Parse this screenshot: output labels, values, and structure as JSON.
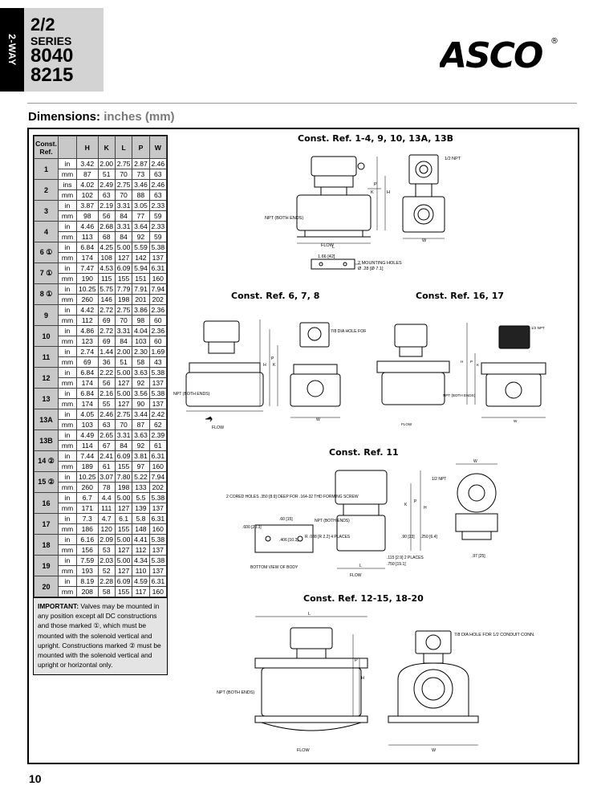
{
  "side_tab": "2-WAY",
  "series": {
    "ratio": "2/2",
    "label": "SERIES",
    "numbers": [
      "8040",
      "8215"
    ]
  },
  "brand": {
    "name": "ASCO",
    "registered": "®"
  },
  "section": {
    "title": "Dimensions:",
    "unit": "inches (mm)"
  },
  "table": {
    "headers": [
      "Const. Ref.",
      "",
      "H",
      "K",
      "L",
      "P",
      "W"
    ],
    "rows": [
      {
        "ref": "1",
        "in_unit": "in",
        "in": [
          "3.42",
          "2.00",
          "2.75",
          "2.87",
          "2.46"
        ],
        "mm_unit": "mm",
        "mm": [
          "87",
          "51",
          "70",
          "73",
          "63"
        ]
      },
      {
        "ref": "2",
        "in_unit": "ins",
        "in": [
          "4.02",
          "2.49",
          "2.75",
          "3.46",
          "2.46"
        ],
        "mm_unit": "mm",
        "mm": [
          "102",
          "63",
          "70",
          "88",
          "63"
        ]
      },
      {
        "ref": "3",
        "in_unit": "in",
        "in": [
          "3.87",
          "2.19",
          "3.31",
          "3.05",
          "2.33"
        ],
        "mm_unit": "mm",
        "mm": [
          "98",
          "56",
          "84",
          "77",
          "59"
        ]
      },
      {
        "ref": "4",
        "in_unit": "in",
        "in": [
          "4.46",
          "2.68",
          "3.31",
          "3.64",
          "2.33"
        ],
        "mm_unit": "mm",
        "mm": [
          "113",
          "68",
          "84",
          "92",
          "59"
        ]
      },
      {
        "ref": "6 ①",
        "in_unit": "in",
        "in": [
          "6.84",
          "4.25",
          "5.00",
          "5.59",
          "5.38"
        ],
        "mm_unit": "mm",
        "mm": [
          "174",
          "108",
          "127",
          "142",
          "137"
        ]
      },
      {
        "ref": "7 ①",
        "in_unit": "in",
        "in": [
          "7.47",
          "4.53",
          "6.09",
          "5.94",
          "6.31"
        ],
        "mm_unit": "mm",
        "mm": [
          "190",
          "115",
          "155",
          "151",
          "160"
        ]
      },
      {
        "ref": "8 ①",
        "in_unit": "in",
        "in": [
          "10.25",
          "5.75",
          "7.79",
          "7.91",
          "7.94"
        ],
        "mm_unit": "mm",
        "mm": [
          "260",
          "146",
          "198",
          "201",
          "202"
        ]
      },
      {
        "ref": "9",
        "in_unit": "in",
        "in": [
          "4.42",
          "2.72",
          "2.75",
          "3.86",
          "2.36"
        ],
        "mm_unit": "mm",
        "mm": [
          "112",
          "69",
          "70",
          "98",
          "60"
        ]
      },
      {
        "ref": "10",
        "in_unit": "in",
        "in": [
          "4.86",
          "2.72",
          "3.31",
          "4.04",
          "2.36"
        ],
        "mm_unit": "mm",
        "mm": [
          "123",
          "69",
          "84",
          "103",
          "60"
        ]
      },
      {
        "ref": "11",
        "in_unit": "in",
        "in": [
          "2.74",
          "1.44",
          "2.00",
          "2.30",
          "1.69"
        ],
        "mm_unit": "mm",
        "mm": [
          "69",
          "36",
          "51",
          "58",
          "43"
        ]
      },
      {
        "ref": "12",
        "in_unit": "in",
        "in": [
          "6.84",
          "2.22",
          "5.00",
          "3.63",
          "5.38"
        ],
        "mm_unit": "mm",
        "mm": [
          "174",
          "56",
          "127",
          "92",
          "137"
        ]
      },
      {
        "ref": "13",
        "in_unit": "in",
        "in": [
          "6.84",
          "2.16",
          "5.00",
          "3.56",
          "5.38"
        ],
        "mm_unit": "mm",
        "mm": [
          "174",
          "55",
          "127",
          "90",
          "137"
        ]
      },
      {
        "ref": "13A",
        "in_unit": "in",
        "in": [
          "4.05",
          "2.46",
          "2.75",
          "3.44",
          "2.42"
        ],
        "mm_unit": "mm",
        "mm": [
          "103",
          "63",
          "70",
          "87",
          "62"
        ]
      },
      {
        "ref": "13B",
        "in_unit": "in",
        "in": [
          "4.49",
          "2.65",
          "3.31",
          "3.63",
          "2.39"
        ],
        "mm_unit": "mm",
        "mm": [
          "114",
          "67",
          "84",
          "92",
          "61"
        ]
      },
      {
        "ref": "14 ②",
        "in_unit": "in",
        "in": [
          "7.44",
          "2.41",
          "6.09",
          "3.81",
          "6.31"
        ],
        "mm_unit": "mm",
        "mm": [
          "189",
          "61",
          "155",
          "97",
          "160"
        ]
      },
      {
        "ref": "15 ②",
        "in_unit": "in",
        "in": [
          "10.25",
          "3.07",
          "7.80",
          "5.22",
          "7.94"
        ],
        "mm_unit": "mm",
        "mm": [
          "260",
          "78",
          "198",
          "133",
          "202"
        ]
      },
      {
        "ref": "16",
        "in_unit": "in",
        "in": [
          "6.7",
          "4.4",
          "5.00",
          "5.5",
          "5.38"
        ],
        "mm_unit": "mm",
        "mm": [
          "171",
          "111",
          "127",
          "139",
          "137"
        ]
      },
      {
        "ref": "17",
        "in_unit": "in",
        "in": [
          "7.3",
          "4.7",
          "6.1",
          "5.8",
          "6.31"
        ],
        "mm_unit": "mm",
        "mm": [
          "186",
          "120",
          "155",
          "148",
          "160"
        ]
      },
      {
        "ref": "18",
        "in_unit": "in",
        "in": [
          "6.16",
          "2.09",
          "5.00",
          "4.41",
          "5.38"
        ],
        "mm_unit": "mm",
        "mm": [
          "156",
          "53",
          "127",
          "112",
          "137"
        ]
      },
      {
        "ref": "19",
        "in_unit": "in",
        "in": [
          "7.59",
          "2.03",
          "5.00",
          "4.34",
          "5.38"
        ],
        "mm_unit": "mm",
        "mm": [
          "193",
          "52",
          "127",
          "110",
          "137"
        ]
      },
      {
        "ref": "20",
        "in_unit": "in",
        "in": [
          "8.19",
          "2.28",
          "6.09",
          "4.59",
          "6.31"
        ],
        "mm_unit": "mm",
        "mm": [
          "208",
          "58",
          "155",
          "117",
          "160"
        ]
      }
    ]
  },
  "important": {
    "label": "IMPORTANT:",
    "text": "Valves may be mounted in any position except all DC constructions and those marked ①, which must be mounted with the solenoid vertical and upright. Constructions marked ② must be mounted with the solenoid vertical and upright or horizontal only."
  },
  "const_refs": {
    "a": "Const. Ref. 1-4, 9, 10, 13A, 13B",
    "b": "Const. Ref. 6, 7, 8",
    "c": "Const. Ref. 16, 17",
    "d": "Const. Ref. 11",
    "e": "Const. Ref. 12-15, 18-20"
  },
  "labels": {
    "npt_half": "1/2 NPT",
    "npt_both": "NPT (BOTH ENDS)",
    "flow": "FLOW",
    "dim_1_66": "1.66 [42]",
    "mounting_holes": "2 MOUNTING HOLES",
    "mounting_dia": "Ø .28 [Ø 7.1]",
    "hole_7_8_a": "7/8 DIA HOLE FOR 1/2 CONDUIT CONN.",
    "npt_half_small": "1/2 NPT",
    "cored_holes": "2 CORED HOLES .350 [8.9] DEEP FOR .164-32 THD FORMING SCREW",
    "dim_600": ".600 [20.3]",
    "dim_60": ".60 [15]",
    "dim_406": ".406 [10.3]",
    "r_088": "R .088 [R 2.2] 4 PLACES",
    "dim_90": ".90 [23]",
    "dim_250": ".250 [6.4]",
    "dim_115": ".115 [2.9] 2 PLACES",
    "dim_750": ".750 [19.1]",
    "dim_97": ".97 [25]",
    "bottom_view": "BOTTOM VIEW OF BODY",
    "L": "L",
    "W": "W",
    "P": "P",
    "K": "K",
    "H": "H"
  },
  "page_number": "10"
}
